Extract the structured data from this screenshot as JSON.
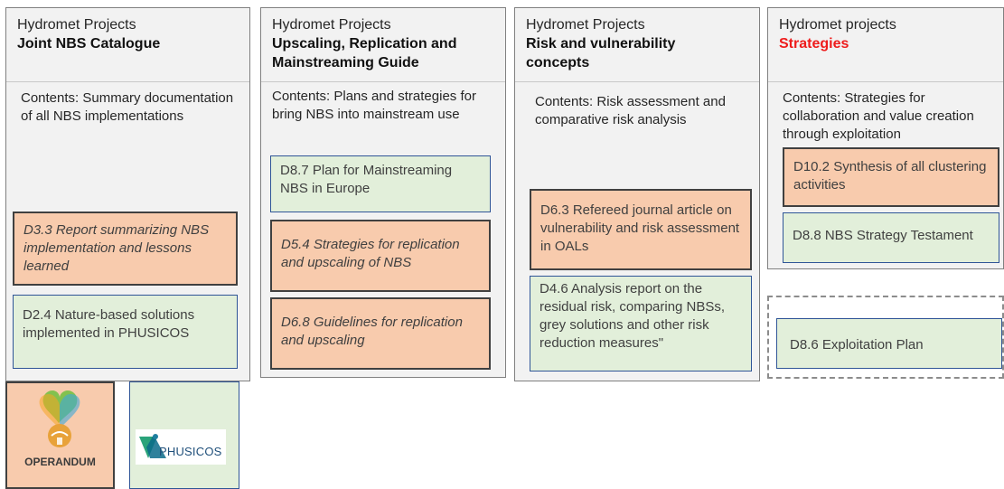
{
  "columns": [
    {
      "title": "Hydromet Projects",
      "subtitle": "Joint NBS Catalogue",
      "contents": "Contents: Summary documentation of all NBS implementations",
      "boxes": [
        {
          "text": "D3.3  Report summarizing NBS implementation and lessons learned",
          "style": "orange-italic"
        },
        {
          "text": "D2.4  Nature-based solutions implemented in PHUSICOS",
          "style": "green"
        }
      ]
    },
    {
      "title": "Hydromet Projects",
      "subtitle": "Upscaling, Replication and Mainstreaming Guide",
      "contents": "Contents: Plans and strategies for bring NBS into mainstream use",
      "boxes": [
        {
          "text": "D8.7  Plan for Mainstreaming NBS in Europe",
          "style": "green"
        },
        {
          "text": "D5.4 Strategies for replication and upscaling of NBS",
          "style": "orange-italic"
        },
        {
          "text": "D6.8 Guidelines for replication and upscaling",
          "style": "orange-italic"
        }
      ]
    },
    {
      "title": "Hydromet Projects",
      "subtitle": "Risk and vulnerability concepts",
      "contents": "Contents: Risk assessment and comparative risk analysis",
      "boxes": [
        {
          "text": "D6.3  Refereed journal article on vulnerability and risk assessment in OALs",
          "style": "orange"
        },
        {
          "text": "D4.6 Analysis report on the residual risk, comparing NBSs, grey solutions and other risk reduction measures\"",
          "style": "green"
        }
      ]
    },
    {
      "title": "Hydromet projects",
      "subtitle": "Strategies",
      "subtitle_color": "#ee1c1c",
      "contents": "Contents: Strategies for collaboration and value creation through exploitation",
      "boxes": [
        {
          "text": "D10.2 Synthesis of all clustering activities",
          "style": "orange"
        },
        {
          "text": "D8.8 NBS Strategy Testament",
          "style": "green"
        }
      ]
    }
  ],
  "dashed_box": {
    "text": "D8.6  Exploitation Plan"
  },
  "logos": {
    "operandum": {
      "name": "OPERANDUM",
      "icon": "operandum-logo-icon"
    },
    "phusicos": {
      "name": "PHUSICOS",
      "icon": "phusicos-logo-icon"
    }
  },
  "colors": {
    "orange_fill": "#f8cbad",
    "green_fill": "#e2efda",
    "green_border": "#2f5597",
    "column_fill": "#f2f2f2",
    "accent_red": "#ee1c1c"
  }
}
